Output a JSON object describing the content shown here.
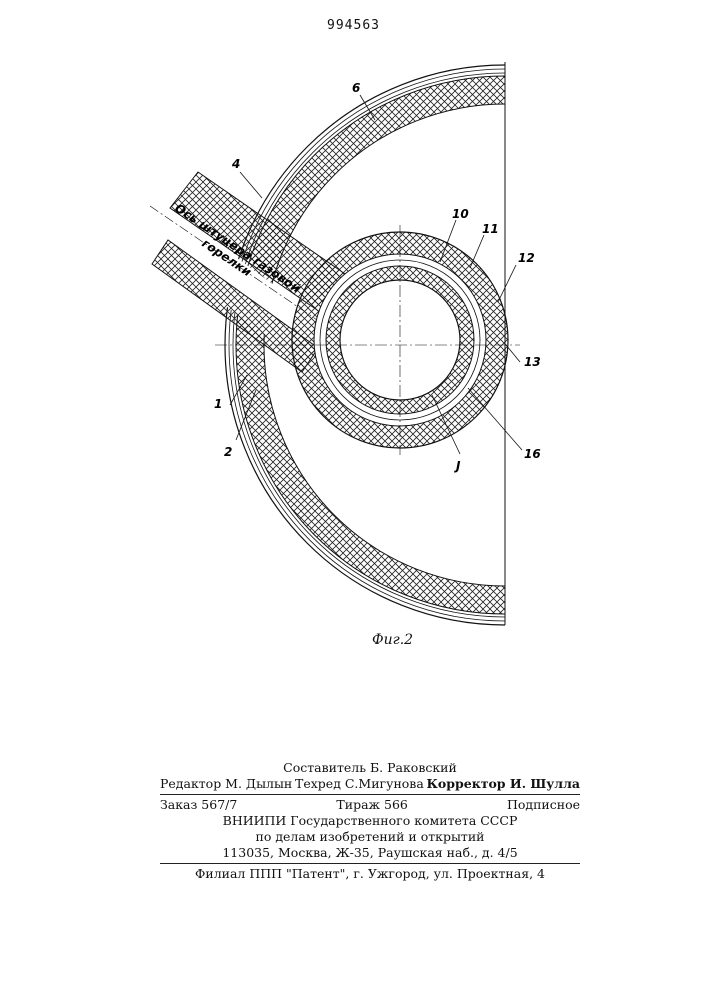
{
  "patent_number": "994563",
  "figure_caption": "Фиг.2",
  "drawing": {
    "axis_label_line1": "Ось штуцера газовой",
    "axis_label_line2": "горелки",
    "callouts": [
      "1",
      "2",
      "4",
      "6",
      "10",
      "11",
      "12",
      "13",
      "16",
      "J"
    ]
  },
  "imprint": {
    "compiler": "Составитель Б. Раковский",
    "editor": "Редактор М. Дылын",
    "techred": "Техред С.Мигунова",
    "corrector": "Корректор И. Шулла",
    "order": "Заказ 567/7",
    "circulation": "Тираж 566",
    "subscription": "Подписное",
    "org_line1": "ВНИИПИ Государственного комитета СССР",
    "org_line2": "по делам изобретений и открытий",
    "address": "113035, Москва, Ж-35, Раушская наб., д. 4/5",
    "branch": "Филиал ППП \"Патент\", г. Ужгород, ул. Проектная, 4"
  }
}
